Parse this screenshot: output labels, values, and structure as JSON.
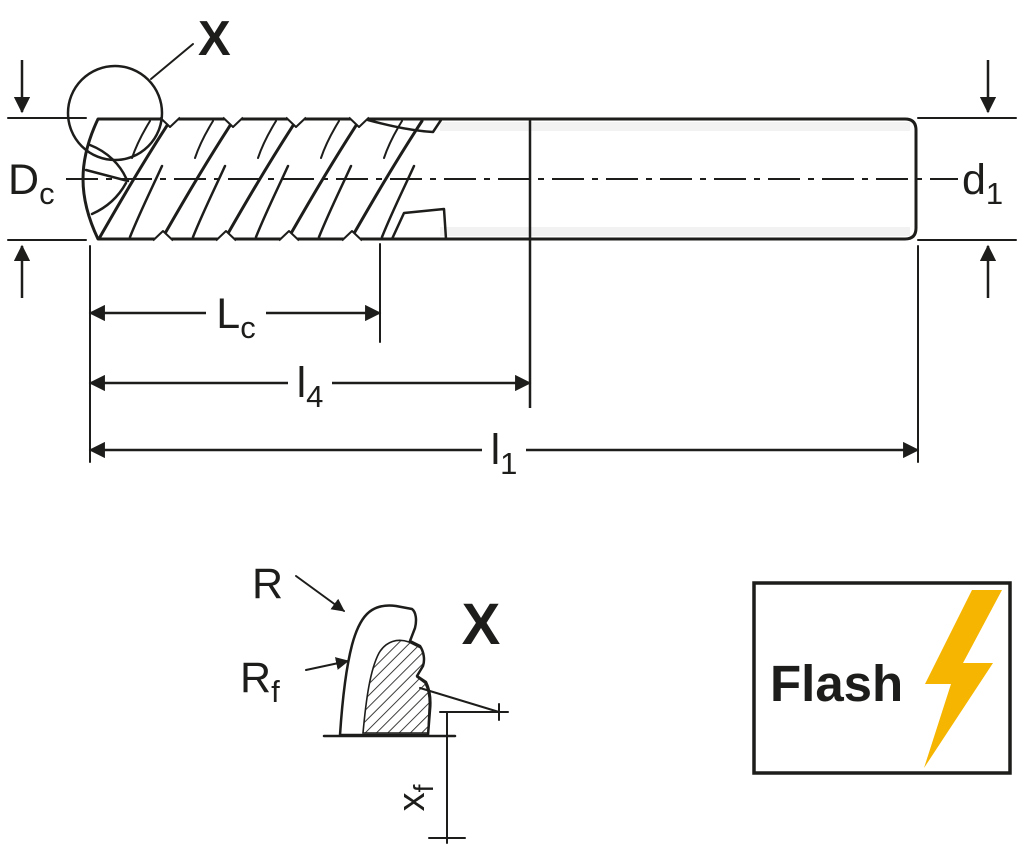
{
  "page": {
    "title": "End mill dimensional drawing with detail X and Flash logo"
  },
  "colors": {
    "line": "#1d1d1b",
    "body_fill": "#d4d9dc",
    "background": "#ffffff",
    "bolt_yellow": "#f5b500"
  },
  "labels": {
    "detail_ref": "X",
    "detail_view_title": "X",
    "dc": {
      "base": "D",
      "sub": "c"
    },
    "d1": {
      "base": "d",
      "sub": "1"
    },
    "lc": {
      "base": "L",
      "sub": "c"
    },
    "l4": {
      "base": "l",
      "sub": "4"
    },
    "l1": {
      "base": "l",
      "sub": "1"
    },
    "r": "R",
    "rf": {
      "base": "R",
      "sub": "f"
    },
    "xf": {
      "base": "x",
      "sub": "f"
    },
    "flash": "Flash"
  }
}
